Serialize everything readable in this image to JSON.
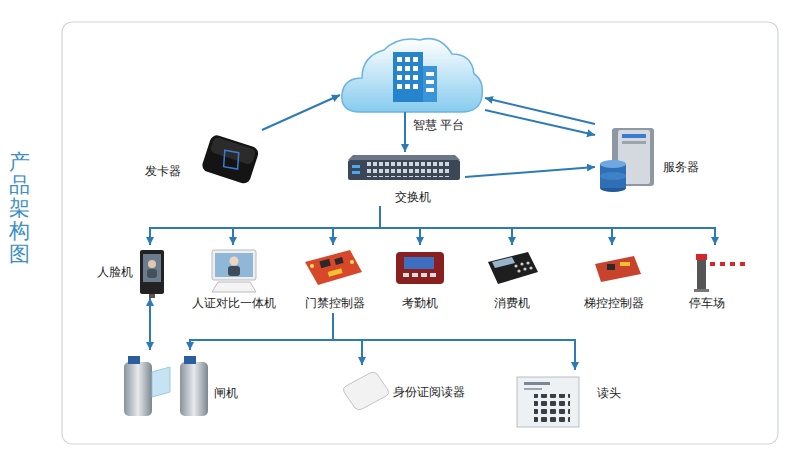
{
  "diagram": {
    "title": "产品架构图",
    "nodes": [
      {
        "text": [
          "智慧 平台"
        ]
      },
      {
        "text": [
          "发卡器"
        ]
      },
      {
        "text": [
          "交换机"
        ]
      },
      {
        "text": [
          "服务器"
        ]
      },
      {
        "text": [
          "人脸机"
        ]
      },
      {
        "text": [
          "人证对比一体机"
        ]
      },
      {
        "text": [
          "门禁控制器"
        ]
      },
      {
        "text": [
          "考勤机"
        ]
      },
      {
        "text": [
          "消费机"
        ]
      },
      {
        "text": [
          "梯控控制器"
        ]
      },
      {
        "text": [
          "停车场"
        ]
      },
      {
        "text": [
          "闸机"
        ]
      },
      {
        "text": [
          "身份证阅读器"
        ]
      },
      {
        "text": [
          "读头"
        ]
      }
    ],
    "edges": [
      {
        "from": 1,
        "to": 0,
        "arrow": "to"
      },
      {
        "from": 0,
        "to": 2,
        "arrow": "to"
      },
      {
        "from": 3,
        "to": 0,
        "arrow": "to"
      },
      {
        "from": 0,
        "to": 3,
        "arrow": "to"
      },
      {
        "from": 2,
        "to": 3,
        "arrow": "to"
      },
      {
        "from": 2,
        "to": 4,
        "arrow": "to"
      },
      {
        "from": 2,
        "to": 5,
        "arrow": "to"
      },
      {
        "from": 2,
        "to": 6,
        "arrow": "to"
      },
      {
        "from": 2,
        "to": 7,
        "arrow": "to"
      },
      {
        "from": 2,
        "to": 8,
        "arrow": "to"
      },
      {
        "from": 2,
        "to": 9,
        "arrow": "to"
      },
      {
        "from": 2,
        "to": 10,
        "arrow": "to"
      },
      {
        "from": 4,
        "to": 11,
        "arrow": "both"
      },
      {
        "from": 6,
        "to": 11,
        "arrow": "to"
      },
      {
        "from": 6,
        "to": 12,
        "arrow": "to"
      },
      {
        "from": 6,
        "to": 13,
        "arrow": "to"
      }
    ]
  }
}
